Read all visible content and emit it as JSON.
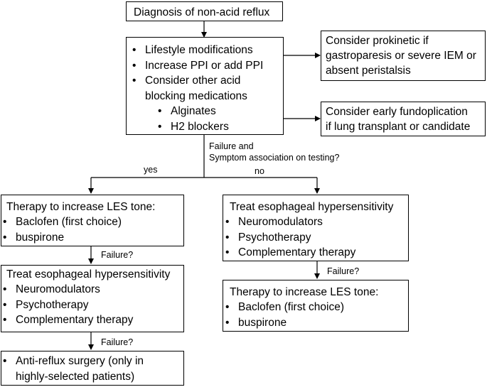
{
  "start": {
    "text": "Diagnosis of non-acid reflux"
  },
  "initial": {
    "items": [
      "Lifestyle modifications",
      "Increase PPI or add PPI",
      "Consider other acid blocking medications"
    ],
    "item3_line1": "Consider other acid",
    "item3_line2": "blocking medications",
    "subitems": [
      "Alginates",
      "H2 blockers"
    ]
  },
  "side_prokinetic": {
    "lines": [
      "Consider prokinetic if",
      "gastroparesis or severe IEM or",
      "absent peristalsis"
    ]
  },
  "side_fundoplication": {
    "lines": [
      "Consider early fundoplication",
      "if lung transplant or candidate"
    ]
  },
  "decision": {
    "line1": "Failure and",
    "line2": "Symptom association on testing?",
    "yes": "yes",
    "no": "no"
  },
  "les_tone": {
    "title": "Therapy to increase LES tone:",
    "items": [
      "Baclofen (first choice)",
      "buspirone"
    ]
  },
  "hypersensitivity": {
    "title": "Treat esophageal hypersensitivity",
    "items": [
      "Neuromodulators",
      "Psychotherapy",
      "Complementary therapy"
    ]
  },
  "surgery": {
    "line1": "Anti-reflux surgery (only in",
    "line2": "highly-selected patients)"
  },
  "failure_label": "Failure?"
}
